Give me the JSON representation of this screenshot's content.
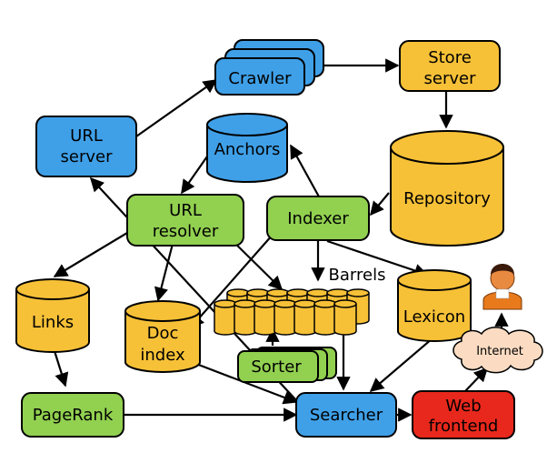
{
  "nodes": {
    "crawler": "Crawler",
    "store_server": [
      "Store",
      "server"
    ],
    "url_server": [
      "URL",
      "server"
    ],
    "anchors": "Anchors",
    "repository": "Repository",
    "url_resolver": [
      "URL",
      "resolver"
    ],
    "indexer": "Indexer",
    "barrels": "Barrels",
    "links": "Links",
    "doc_index": [
      "Doc",
      "index"
    ],
    "lexicon": "Lexicon",
    "sorter": "Sorter",
    "internet": "Internet",
    "pagerank": "PageRank",
    "searcher": "Searcher",
    "web_frontend": [
      "Web",
      "frontend"
    ]
  },
  "colors": {
    "blue": "#3fa0e8",
    "yellow": "#f7c137",
    "green": "#92d050",
    "red": "#e8281c",
    "stroke": "#000000"
  },
  "icons": [
    "user-icon",
    "cloud-icon"
  ]
}
